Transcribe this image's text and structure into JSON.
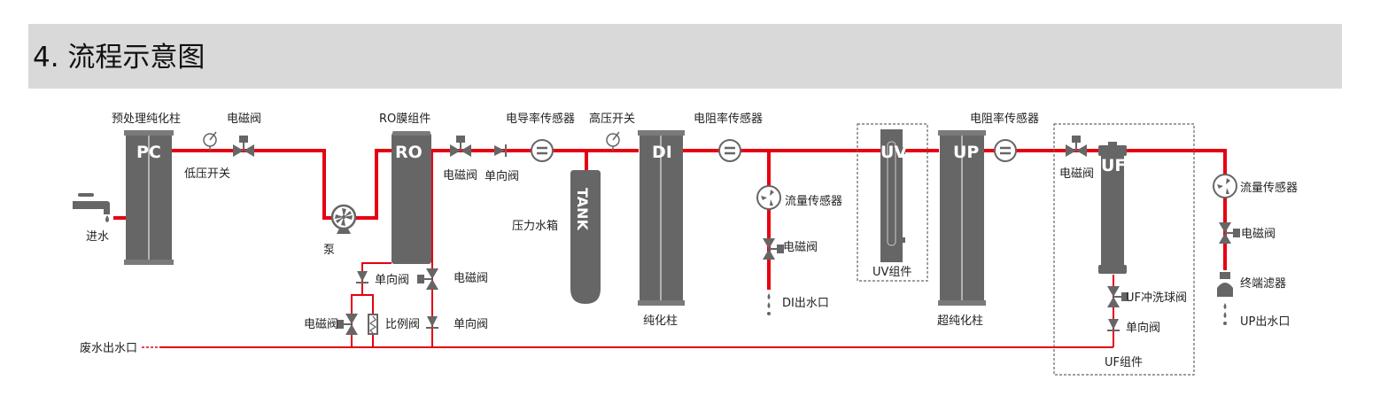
{
  "title": "4. 流程示意图",
  "colors": {
    "pipe": "#e60012",
    "component": "#666666",
    "header_bg": "#d9d9d9"
  },
  "labels": {
    "inlet": "进水",
    "pretreatment": "预处理纯化柱",
    "pc": "PC",
    "solenoid_valve_1": "电磁阀",
    "low_pressure_switch": "低压开关",
    "pump": "泵",
    "ro_module": "RO膜组件",
    "ro": "RO",
    "solenoid_valve_2": "电磁阀",
    "check_valve_1": "单向阀",
    "conductivity_sensor": "电导率传感器",
    "high_pressure_switch": "高压开关",
    "tank": "TANK",
    "pressure_tank": "压力水箱",
    "di": "DI",
    "purification_column": "纯化柱",
    "resistivity_sensor_1": "电阻率传感器",
    "flow_sensor_1": "流量传感器",
    "solenoid_valve_3": "电磁阀",
    "di_outlet": "DI出水口",
    "uv": "UV",
    "uv_module": "UV组件",
    "up": "UP",
    "ultra_pure_column": "超纯化柱",
    "resistivity_sensor_2": "电阻率传感器",
    "solenoid_valve_4": "电磁阀",
    "uf": "UF",
    "uf_flush_valve": "UF冲洗球阀",
    "check_valve_uf": "单向阀",
    "uf_module": "UF组件",
    "flow_sensor_2": "流量传感器",
    "solenoid_valve_5": "电磁阀",
    "terminal_filter": "终端滤器",
    "up_outlet": "UP出水口",
    "check_valve_ro_drain": "单向阀",
    "solenoid_valve_drain": "电磁阀",
    "proportional_valve": "比例阀",
    "solenoid_valve_bypass": "电磁阀",
    "check_valve_bypass": "单向阀",
    "waste_outlet": "废水出水口"
  }
}
